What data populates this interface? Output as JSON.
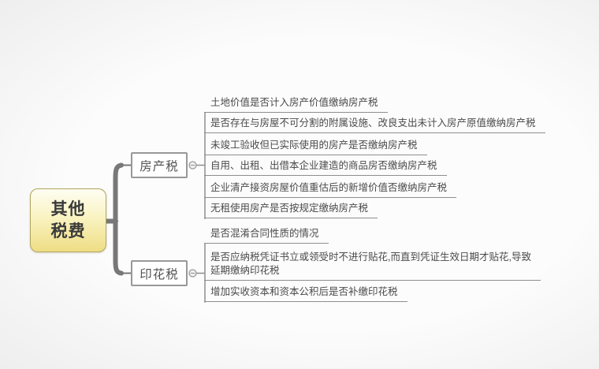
{
  "diagram": {
    "type": "mindmap",
    "root": {
      "label": "其他\n税费"
    },
    "branches": [
      {
        "label": "房产税",
        "collapse_icon": "minus",
        "children": [
          "土地价值是否计入房产价值缴纳房产税",
          "是否存在与房屋不可分割的附属设施、改良支出未计入房产原值缴纳房产税",
          "未竣工验收但已实际使用的房产是否缴纳房产税",
          "自用、出租、出借本企业建造的商品房否缴纳房产税",
          "企业清产接资房屋价值重估后的新增价值否缴纳房产税",
          "无租使用房产是否按规定缴纳房产税"
        ]
      },
      {
        "label": "印花税",
        "collapse_icon": "minus",
        "children": [
          "是否混淆合同性质的情况",
          "是否应纳税凭证书立或领受时不进行贴花,而直到凭证生效日期才贴花,导致\n延期缴纳印花税",
          "增加实收资本和资本公积后是否补缴印花税"
        ]
      }
    ],
    "colors": {
      "root_fill_top": "#fefdf2",
      "root_fill_bottom": "#eedd84",
      "root_border": "#b1a661",
      "branch_border": "#989898",
      "thick_line": "#787878",
      "thin_line": "#8e8e8e",
      "text": "#4a4a4a"
    }
  }
}
